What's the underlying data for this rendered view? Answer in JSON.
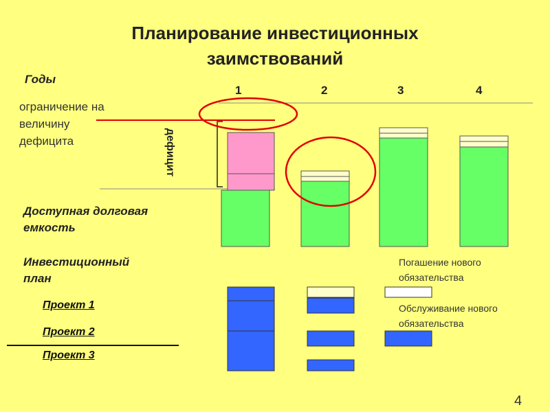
{
  "title_line1": "Планирование инвестиционных",
  "title_line2": "заимствований",
  "years_label": "Годы",
  "years": [
    "1",
    "2",
    "3",
    "4"
  ],
  "constraint_label": [
    "ограничение на",
    "величину",
    "дефицита"
  ],
  "deficit_label": "дефицит",
  "debt_capacity_label": [
    "Доступная долговая",
    "емкость"
  ],
  "investment_plan_label": [
    "Инвестиционный",
    "план"
  ],
  "projects": [
    "Проект 1",
    "Проект 2",
    "Проект 3"
  ],
  "legend": {
    "repayment": [
      "Погашение нового",
      "обязательства"
    ],
    "servicing": [
      "Обслуживание нового",
      "обязательства"
    ]
  },
  "page_number": "4",
  "colors": {
    "background": "#FFFF80",
    "green": "#66FF66",
    "pink": "#FF99CC",
    "blue": "#3366FF",
    "white_block": "#FFFFCC",
    "red": "#E00000"
  }
}
